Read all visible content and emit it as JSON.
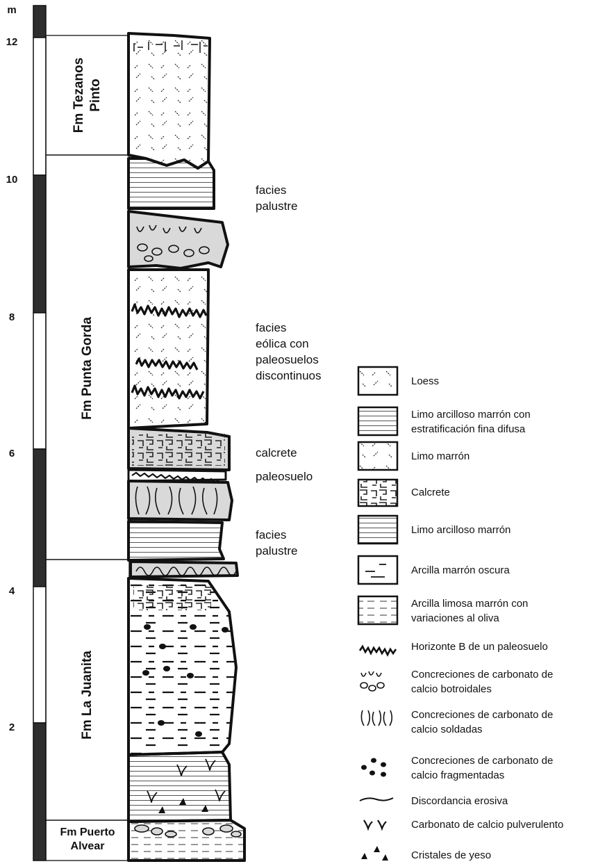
{
  "scale": {
    "unit": "m",
    "ticks": [
      "12",
      "10",
      "8",
      "6",
      "4",
      "2"
    ]
  },
  "formations": {
    "tezanos": [
      "Fm Tezanos",
      "Pinto"
    ],
    "punta_gorda": "Fm  Punta Gorda",
    "la_juanita": "Fm  La Juanita",
    "puerto_alvear": [
      "Fm Puerto",
      "Alvear"
    ]
  },
  "facies": [
    [
      "facies",
      "palustre"
    ],
    [
      "facies",
      "eólica con",
      "paleosuelos",
      "discontinuos"
    ],
    [
      "calcrete"
    ],
    [
      "paleosuelo"
    ],
    [
      "facies",
      "palustre"
    ]
  ],
  "legend": [
    {
      "icon": "loess-icon",
      "label": "Loess"
    },
    {
      "icon": "laminated-silt-icon",
      "label": "Limo arcilloso marrón con estratificación fina difusa"
    },
    {
      "icon": "brown-silt-icon",
      "label": "Limo marrón"
    },
    {
      "icon": "calcrete-icon",
      "label": "Calcrete"
    },
    {
      "icon": "clayey-silt-icon",
      "label": "Limo arcilloso marrón"
    },
    {
      "icon": "dark-clay-icon",
      "label": "Arcilla marrón oscura"
    },
    {
      "icon": "silty-clay-icon",
      "label": "Arcilla limosa marrón con variaciones al oliva"
    },
    {
      "icon": "b-horizon-icon",
      "label": "Horizonte B de un paleosuelo"
    },
    {
      "icon": "botryoidal-icon",
      "label": "Concreciones de carbonato de calcio botroidales"
    },
    {
      "icon": "welded-icon",
      "label": "Concreciones de carbonato de calcio soldadas"
    },
    {
      "icon": "fragmented-icon",
      "label": "Concreciones de carbonato de calcio fragmentadas"
    },
    {
      "icon": "erosive-icon",
      "label": "Discordancia erosiva"
    },
    {
      "icon": "powder-icon",
      "label": "Carbonato de calcio pulverulento"
    },
    {
      "icon": "gypsum-icon",
      "label": "Cristales de yeso"
    }
  ],
  "colors": {
    "ink": "#111111",
    "fill_gray": "#d9d9d9",
    "scale_dark": "#2e2e2e"
  }
}
